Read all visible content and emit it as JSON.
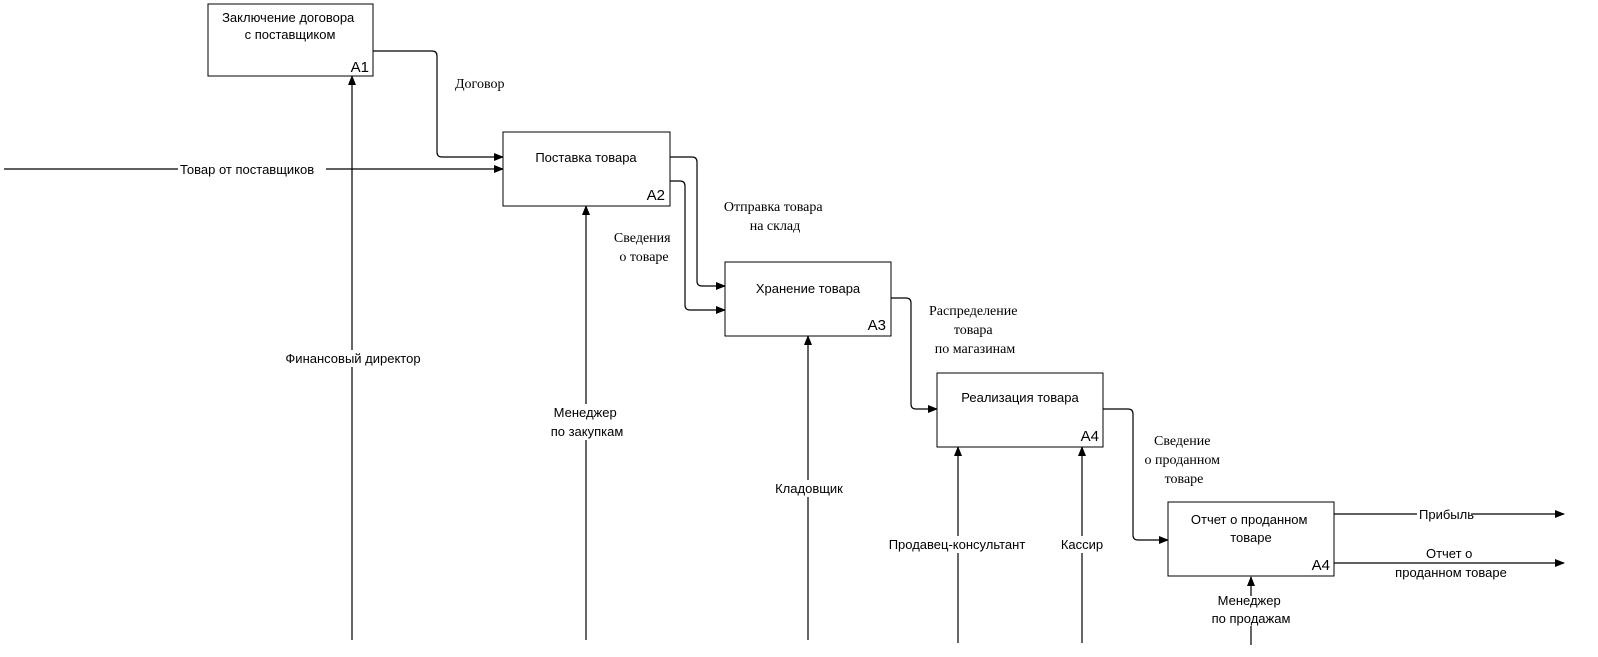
{
  "blocks": [
    {
      "id": "a1",
      "lines": [
        "Заключение договора",
        "с поставщиком"
      ],
      "code": "A1"
    },
    {
      "id": "a2",
      "lines": [
        "Поставка товара"
      ],
      "code": "A2"
    },
    {
      "id": "a3",
      "lines": [
        "Хранение товара"
      ],
      "code": "A3"
    },
    {
      "id": "a4",
      "lines": [
        "Реализация товара"
      ],
      "code": "A4"
    },
    {
      "id": "a5",
      "lines": [
        "Отчет о проданном",
        "товаре"
      ],
      "code": "A4"
    }
  ],
  "arrows": {
    "dogovor": [
      "Договор"
    ],
    "tovar_ot_postavshchikov": [
      "Товар от поставщиков"
    ],
    "otpravka": [
      "Отправка товара",
      "на склад"
    ],
    "svedeniya": [
      "Сведения",
      "о товаре"
    ],
    "raspredelenie": [
      "Распределение",
      "товара",
      "по магазинам"
    ],
    "svedenie_prodannom": [
      "Сведение",
      "о проданном",
      "товаре"
    ],
    "pribyl": [
      "Прибыль"
    ],
    "otchet_out": [
      "Отчет о",
      "проданном товаре"
    ]
  },
  "mechanisms": {
    "fin_director": [
      "Финансовый директор"
    ],
    "manager_zakupki": [
      "Менеджер",
      "по закупкам"
    ],
    "kladovshchik": [
      "Кладовщик"
    ],
    "prodavec": [
      "Продавец-консультант"
    ],
    "kassir": [
      "Кассир"
    ],
    "manager_prodazhi": [
      "Менеджер",
      "по продажам"
    ]
  }
}
